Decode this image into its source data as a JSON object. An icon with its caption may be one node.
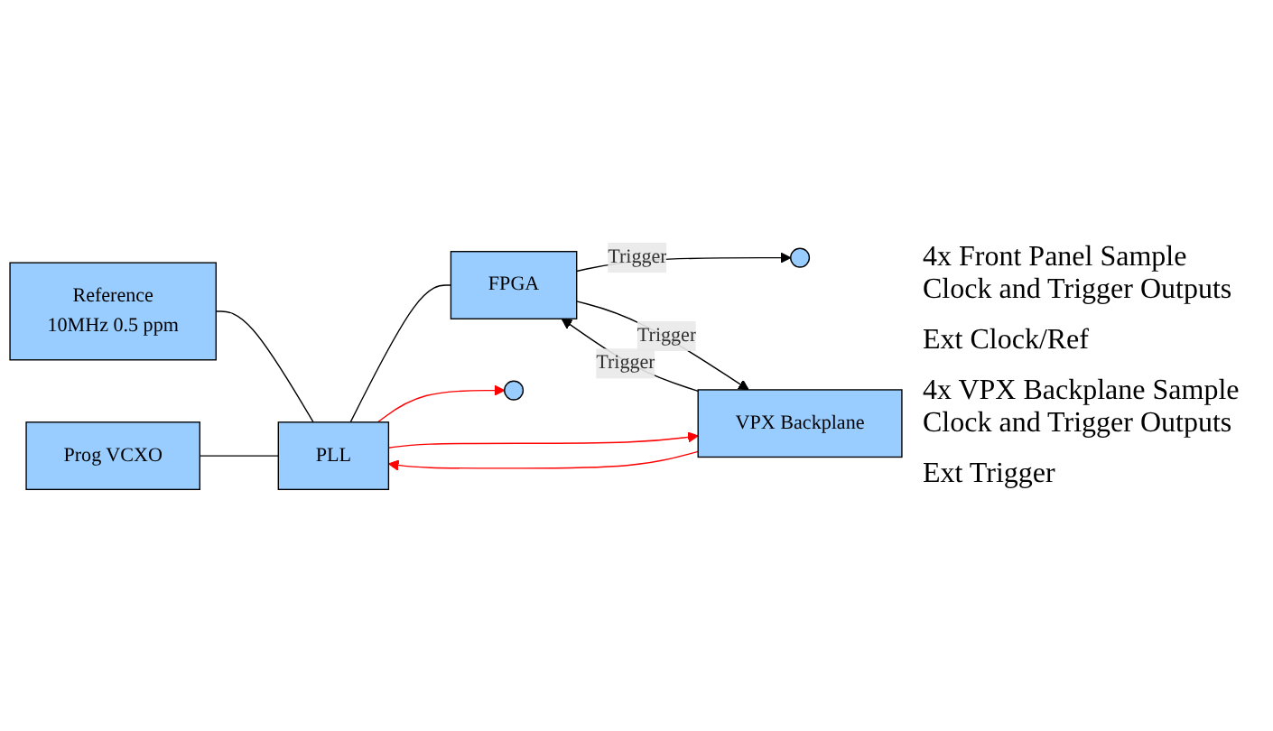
{
  "diagram": {
    "nodes": [
      {
        "text": [
          "Reference",
          "10MHz 0.5 ppm"
        ]
      },
      {
        "text": [
          "PLL"
        ]
      },
      {
        "text": [
          "Prog VCXO"
        ]
      },
      {
        "text": [
          "FPGA"
        ]
      },
      {
        "text": [],
        "shape": "circle"
      },
      {
        "text": [],
        "shape": "circle"
      },
      {
        "text": [
          "VPX Backplane"
        ]
      }
    ],
    "edges": [
      {
        "from": 0,
        "to": 1,
        "arrow": "none"
      },
      {
        "from": 2,
        "to": 1,
        "arrow": "none"
      },
      {
        "from": 1,
        "to": 3,
        "arrow": "none"
      },
      {
        "from": 1,
        "to": 4,
        "arrow": "to",
        "color": "#ff0000"
      },
      {
        "from": 3,
        "to": 5,
        "label": "Trigger",
        "arrow": "to"
      },
      {
        "from": 6,
        "to": 1,
        "arrow": "to",
        "color": "#ff0000"
      },
      {
        "from": 1,
        "to": 6,
        "arrow": "to",
        "color": "#ff0000"
      },
      {
        "from": 3,
        "to": 6,
        "label": "Trigger",
        "arrow": "to"
      },
      {
        "from": 6,
        "to": 3,
        "label": "Trigger",
        "arrow": "to"
      }
    ],
    "labels": [
      "4x Front Panel Sample Clock and Trigger Outputs",
      "Ext Clock/Ref",
      "4x VPX Backplane Sample Clock and Trigger Outputs",
      "Ext Trigger"
    ]
  }
}
